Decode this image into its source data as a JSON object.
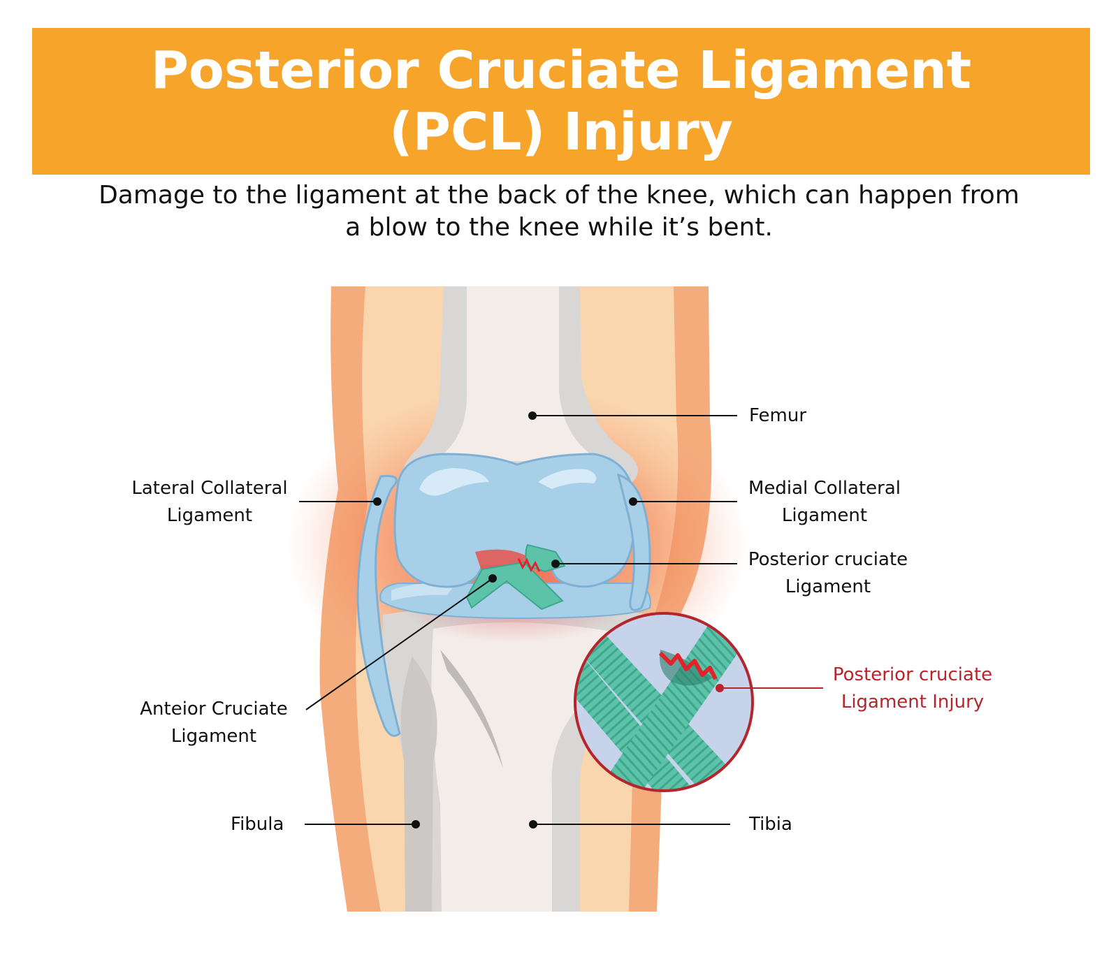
{
  "title": {
    "line1": "Posterior Cruciate Ligament",
    "line2": "(PCL) Injury"
  },
  "subtitle": {
    "line1": "Damage to the ligament at the back of the knee, which can happen from",
    "line2": "a blow to the knee while it’s bent."
  },
  "labels": {
    "femur": "Femur",
    "lateral_collateral": {
      "line1": "Lateral Collateral",
      "line2": "Ligament"
    },
    "medial_collateral": {
      "line1": "Medial Collateral",
      "line2": "Ligament"
    },
    "posterior_cruciate": {
      "line1": "Posterior cruciate",
      "line2": "Ligament"
    },
    "pcl_injury": {
      "line1": "Posterior cruciate",
      "line2": "Ligament Injury"
    },
    "anterior_cruciate": {
      "line1": "Anteior Cruciate",
      "line2": "Ligament"
    },
    "fibula": "Fibula",
    "tibia": "Tibia"
  },
  "colors": {
    "banner": "#f7a42b",
    "injury_text": "#b5252d",
    "cartilage": "#a8cfe8",
    "ligament": "#5cc2a8",
    "bone": "#d9d7d5"
  }
}
